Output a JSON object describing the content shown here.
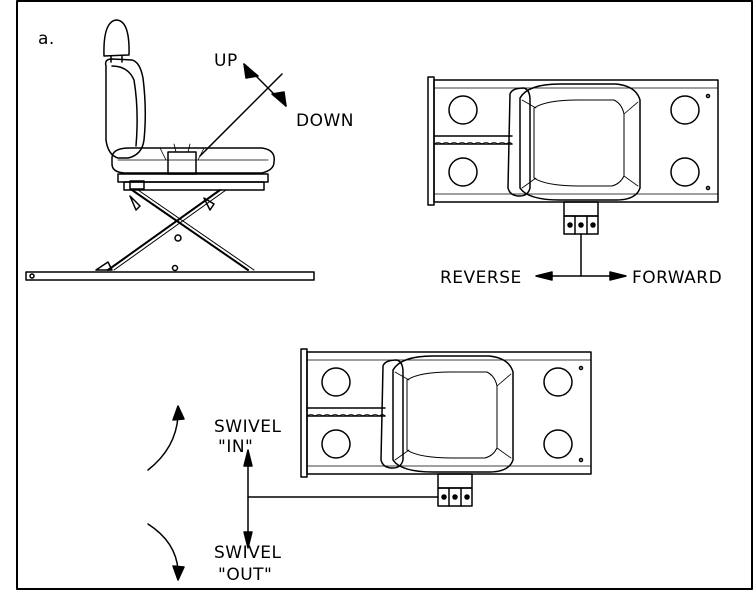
{
  "figure": {
    "panel_label": "a.",
    "side_view": {
      "up_label": "UP",
      "down_label": "DOWN"
    },
    "top_view": {
      "reverse_label": "REVERSE",
      "forward_label": "FORWARD"
    },
    "swivel_view": {
      "swivel_in_line1": "SWIVEL",
      "swivel_in_line2": "\"IN\"",
      "swivel_out_line1": "SWIVEL",
      "swivel_out_line2": "\"OUT\""
    }
  },
  "colors": {
    "line": "#000000",
    "background": "#ffffff"
  }
}
